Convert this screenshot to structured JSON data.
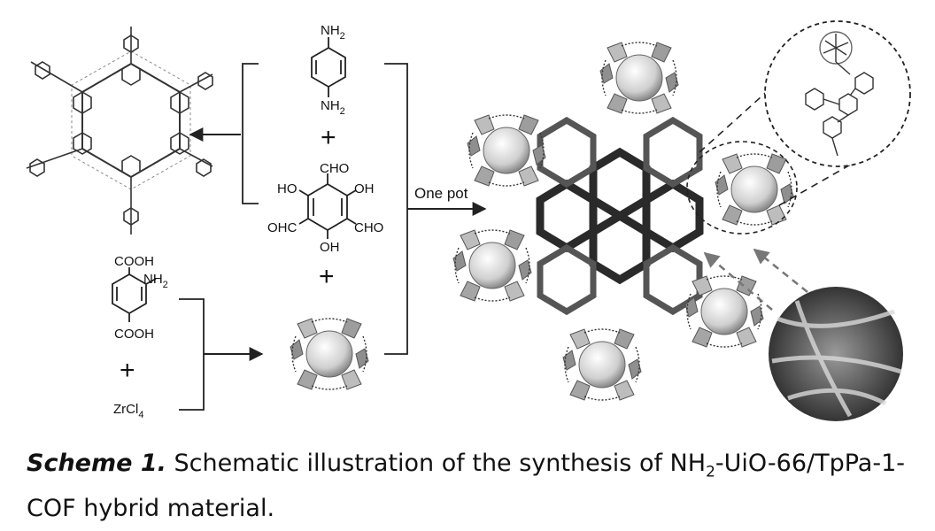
{
  "scheme": {
    "reagents": {
      "amine_top": "NH",
      "amine_bottom": "NH",
      "amine_sub": "2",
      "cho_top": "CHO",
      "ho_left": "HO",
      "oh_right": "OH",
      "ohc_left": "OHC",
      "cho_right": "CHO",
      "oh_bottom": "OH",
      "cooh_top": "COOH",
      "nh2_side": "NH",
      "cooh_bottom": "COOH",
      "zrcl": "ZrCl",
      "zrcl_sub": "4",
      "plus": "+"
    },
    "arrow_label": "One pot"
  },
  "caption": {
    "label": "Scheme 1.",
    "text_before": "Schematic illustration of the synthesis of NH",
    "sub": "2",
    "text_after": "-UiO-66/TpPa-1-COF hybrid material."
  }
}
